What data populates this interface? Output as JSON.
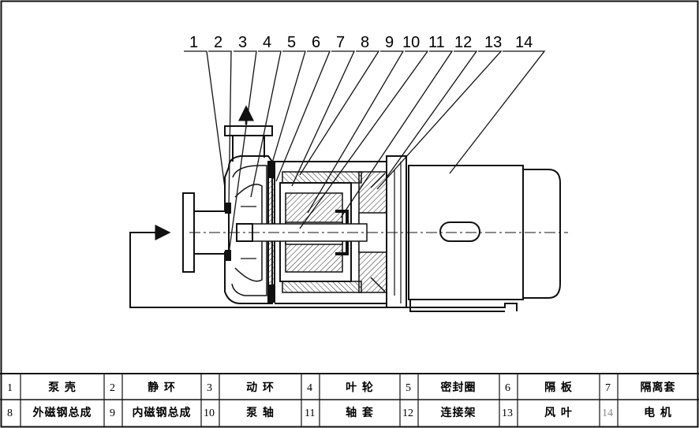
{
  "callouts": [
    "1",
    "2",
    "3",
    "4",
    "5",
    "6",
    "7",
    "8",
    "9",
    "10",
    "11",
    "12",
    "13",
    "14"
  ],
  "parts_table": {
    "rows": [
      [
        {
          "num": "1",
          "name": "泵  壳"
        },
        {
          "num": "2",
          "name": "静  环"
        },
        {
          "num": "3",
          "name": "动  环"
        },
        {
          "num": "4",
          "name": "叶  轮"
        },
        {
          "num": "5",
          "name": "密封圈"
        },
        {
          "num": "6",
          "name": "隔  板"
        },
        {
          "num": "7",
          "name": "隔离套"
        }
      ],
      [
        {
          "num": "8",
          "name": "外磁钢总成"
        },
        {
          "num": "9",
          "name": "内磁钢总成"
        },
        {
          "num": "10",
          "name": "泵  轴"
        },
        {
          "num": "11",
          "name": "轴  套"
        },
        {
          "num": "12",
          "name": "连接架"
        },
        {
          "num": "13",
          "name": "风  叶"
        },
        {
          "num": "14",
          "name": "电  机"
        }
      ]
    ]
  }
}
